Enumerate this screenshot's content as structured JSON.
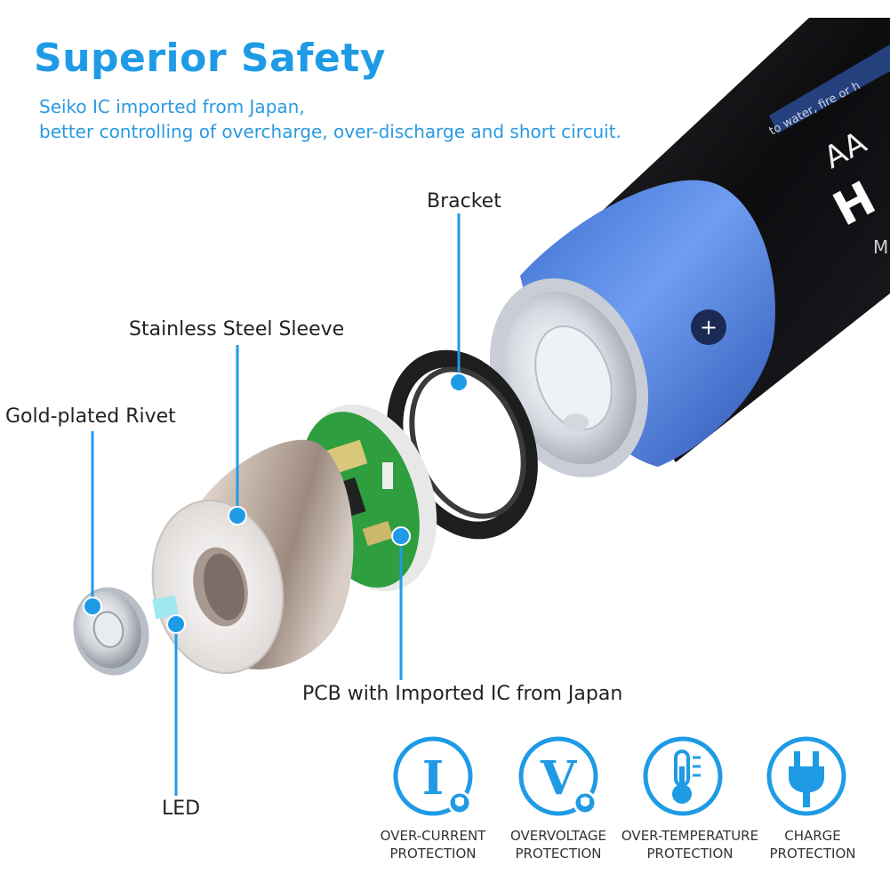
{
  "header": {
    "title": "Superior Safety",
    "subtitle_line1": "Seiko IC imported from Japan,",
    "subtitle_line2": "better controlling of overcharge, over-discharge and short circuit."
  },
  "callouts": {
    "bracket": "Bracket",
    "sleeve": "Stainless Steel Sleeve",
    "rivet": "Gold-plated Rivet",
    "pcb": "PCB with Imported IC from Japan",
    "led": "LED"
  },
  "battery_print": {
    "big_letters": "H",
    "small_letters": "AA",
    "side_letter": "M",
    "warning_text": "to water, fire or h",
    "plus_symbol": "+"
  },
  "protections": [
    {
      "glyph": "I",
      "line1": "OVER-CURRENT",
      "line2": "PROTECTION",
      "icon": "current-icon"
    },
    {
      "glyph": "V",
      "line1": "OVERVOLTAGE",
      "line2": "PROTECTION",
      "icon": "voltage-icon"
    },
    {
      "glyph": "",
      "line1": "OVER-TEMPERATURE",
      "line2": "PROTECTION",
      "icon": "thermometer-icon"
    },
    {
      "glyph": "",
      "line1": "CHARGE",
      "line2": "PROTECTION",
      "icon": "plug-icon"
    }
  ],
  "colors": {
    "accent": "#1f9be6",
    "battery_blue": "#4a7fd6",
    "pcb_green": "#2e9e3e"
  }
}
